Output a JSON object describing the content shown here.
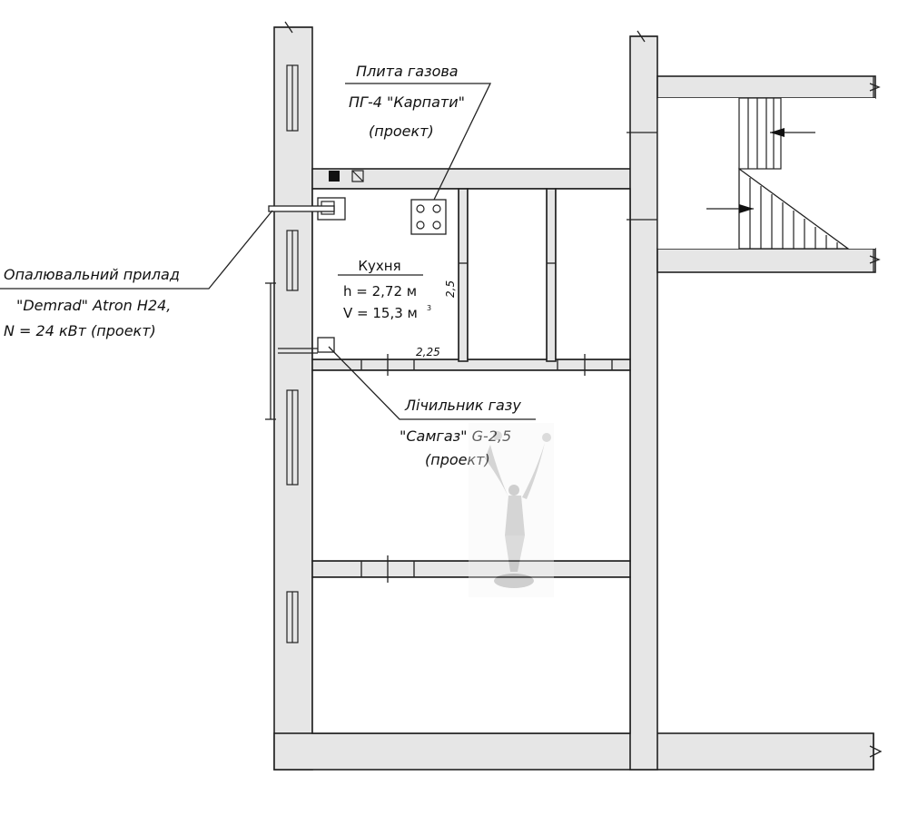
{
  "labels": {
    "stove_line1": "Плита газова",
    "stove_line2": "ПГ-4 \"Карпати\"",
    "stove_line3": "(проект)",
    "heater_line1": "Опалювальний прилад",
    "heater_line2": "\"Demrad\" Atron H24,",
    "heater_line3": "N = 24 кВт (проект)",
    "meter_line1": "Лічильник газу",
    "meter_line2": "\"Самгаз\" G-2,5",
    "meter_line3": "(проект)"
  },
  "kitchen": {
    "name": "Кухня",
    "height": "h = 2,72 м",
    "volume": "V = 15,3 м",
    "volume_unit_sup": "3",
    "dim_width": "2,25",
    "dim_length": "2,5"
  },
  "colors": {
    "lines": "#222222",
    "wall_fill": "#e6e6e6",
    "background": "#ffffff"
  }
}
